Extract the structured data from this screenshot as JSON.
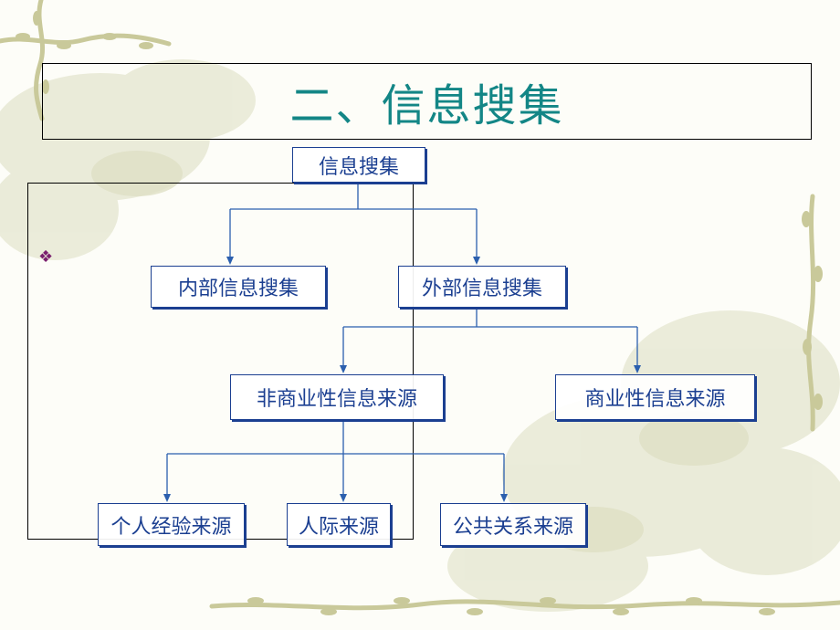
{
  "slide": {
    "title": "二、信息搜集",
    "bullet": "❖"
  },
  "diagram": {
    "root": "信息搜集",
    "internal": "内部信息搜集",
    "external": "外部信息搜集",
    "non_commercial": "非商业性信息来源",
    "commercial": "商业性信息来源",
    "personal_experience": "个人经验来源",
    "interpersonal": "人际来源",
    "public_relations": "公共关系来源"
  },
  "colors": {
    "title": "#138686",
    "node_border": "#1b3f91",
    "node_text": "#1b3f91",
    "connector": "#2b5fae",
    "bullet": "#7a1f6e"
  }
}
